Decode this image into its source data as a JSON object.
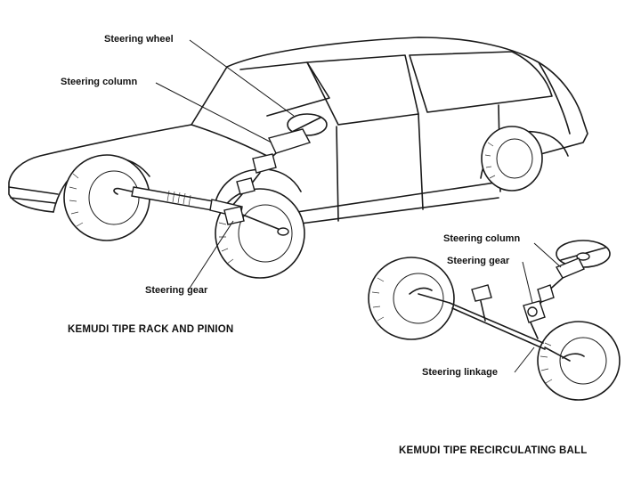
{
  "labels": {
    "steering_wheel": "Steering wheel",
    "steering_column_top": "Steering column",
    "steering_gear_left": "Steering gear",
    "steering_column_right": "Steering column",
    "steering_gear_right": "Steering gear",
    "steering_linkage": "Steering linkage"
  },
  "captions": {
    "rack_and_pinion": "KEMUDI TIPE RACK AND PINION",
    "recirculating_ball": "KEMUDI TIPE RECIRCULATING BALL"
  }
}
